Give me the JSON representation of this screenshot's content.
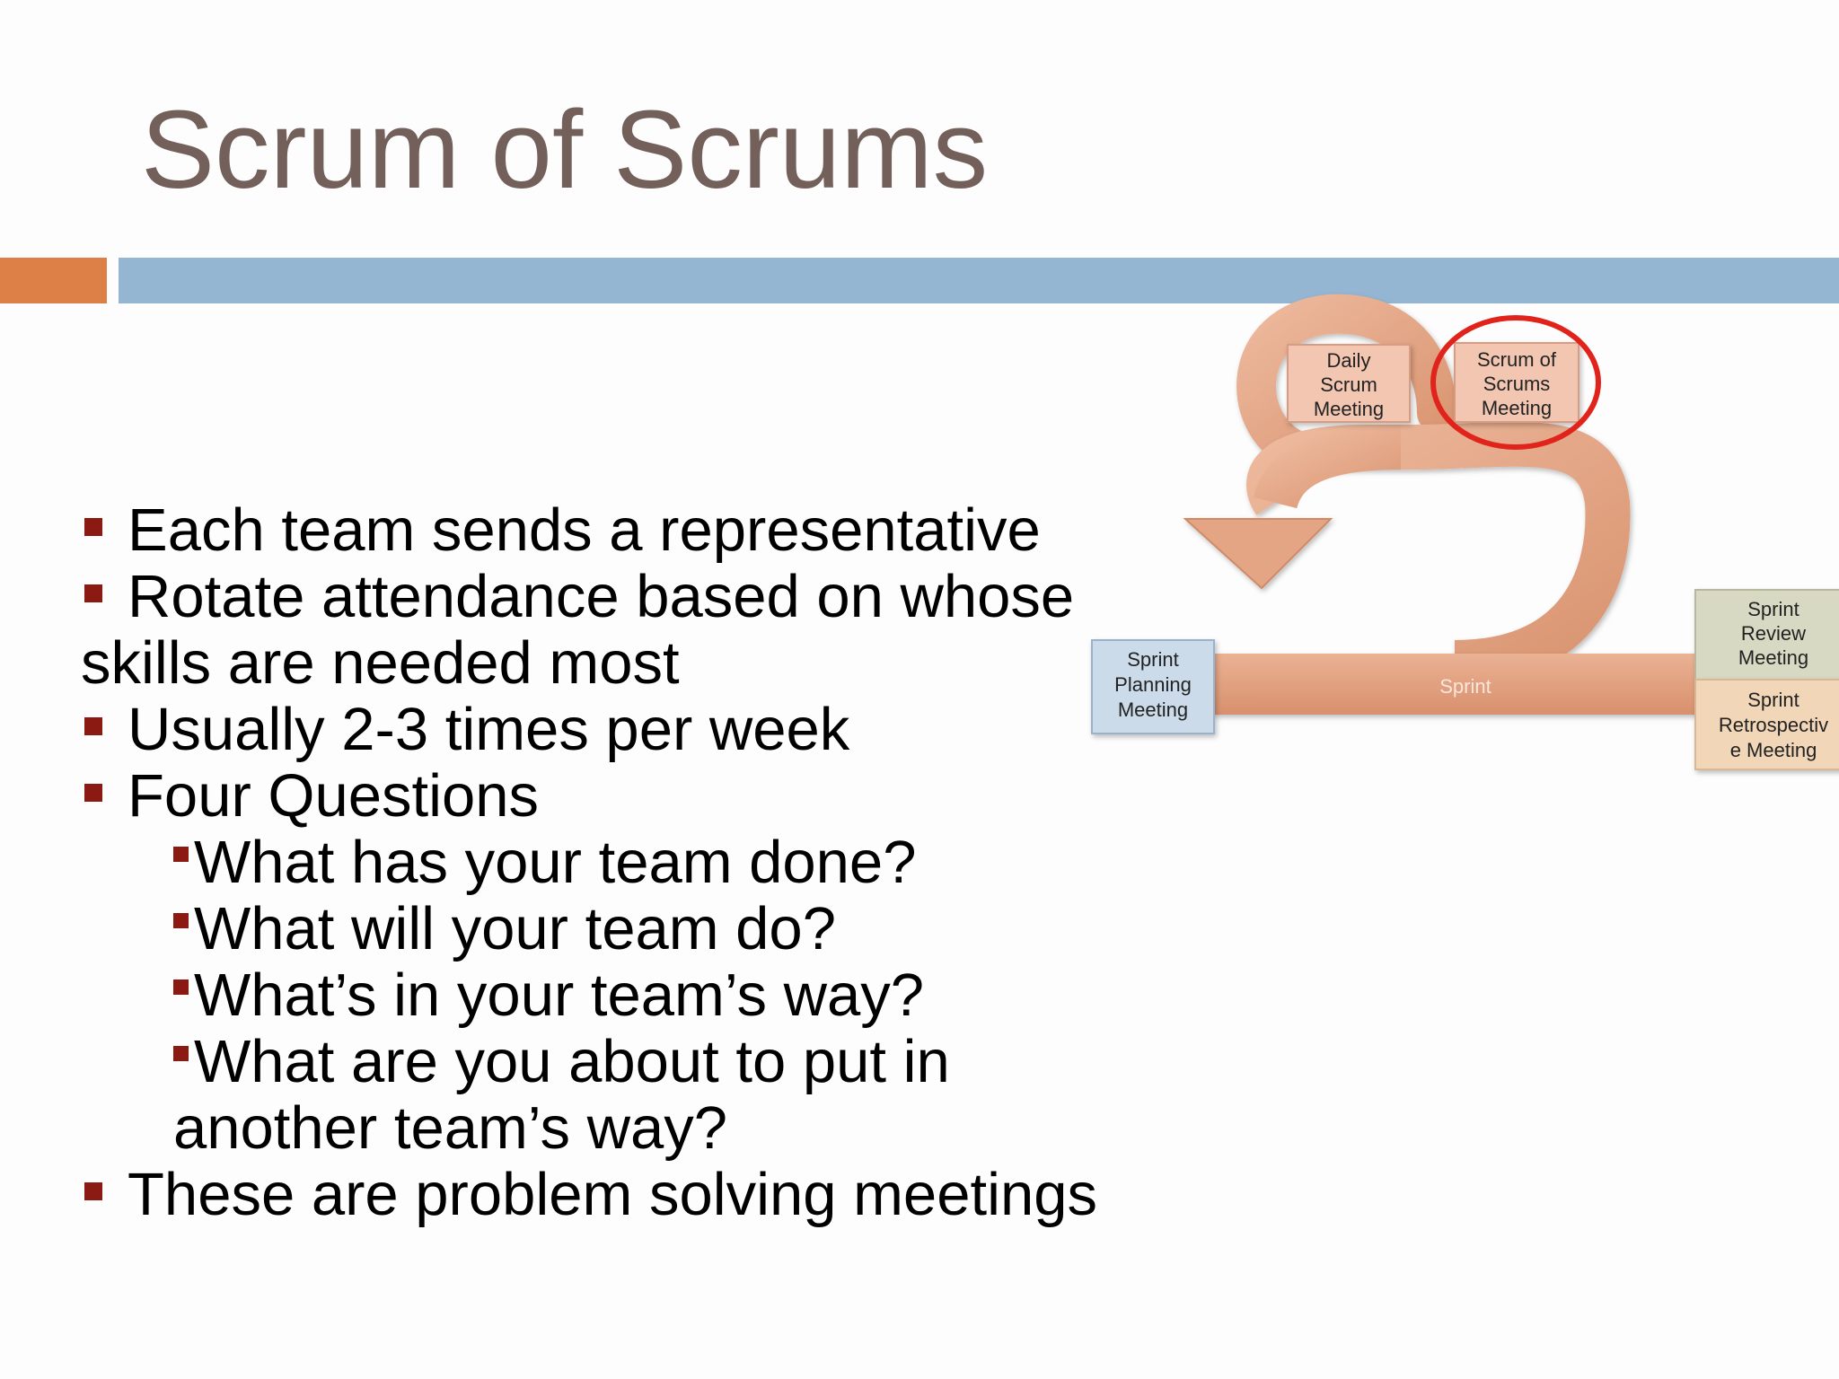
{
  "slide": {
    "title": "Scrum of Scrums",
    "bullets": [
      {
        "level": 1,
        "text": "Each team sends a representative"
      },
      {
        "level": 1,
        "text": "Rotate attendance based on whose skills are needed most"
      },
      {
        "level": 1,
        "text": "Usually 2-3 times per week"
      },
      {
        "level": 1,
        "text": "Four Questions"
      },
      {
        "level": 2,
        "text": "What has your team done?"
      },
      {
        "level": 2,
        "text": "What will your team do?"
      },
      {
        "level": 2,
        "text": "What’s in your team’s way?"
      },
      {
        "level": 2,
        "text": "What are you about to put in another team’s way?"
      },
      {
        "level": 1,
        "text": "These are problem solving meetings"
      }
    ]
  },
  "diagram": {
    "sprint_label": "Sprint",
    "boxes": {
      "daily_scrum": [
        "Daily",
        "Scrum",
        "Meeting"
      ],
      "scrum_of_scrums": [
        "Scrum of",
        "Scrums",
        "Meeting"
      ],
      "sprint_planning": [
        "Sprint",
        "Planning",
        "Meeting"
      ],
      "sprint_review": [
        "Sprint",
        "Review",
        "Meeting"
      ],
      "sprint_retrospective": [
        "Sprint",
        "Retrospectiv",
        "e Meeting"
      ]
    }
  },
  "colors": {
    "title": "#74605a",
    "accent_orange": "#dd8047",
    "accent_blue": "#94b6d2",
    "bullet_marker": "#8b1a12",
    "sprint_band": "#e3a382",
    "highlight_circle": "#e0231b",
    "planning_box": "#c9d9ea",
    "review_box": "#d7d8c2",
    "retro_box": "#f2d5b7",
    "daily_box": "#f2c4b0"
  }
}
